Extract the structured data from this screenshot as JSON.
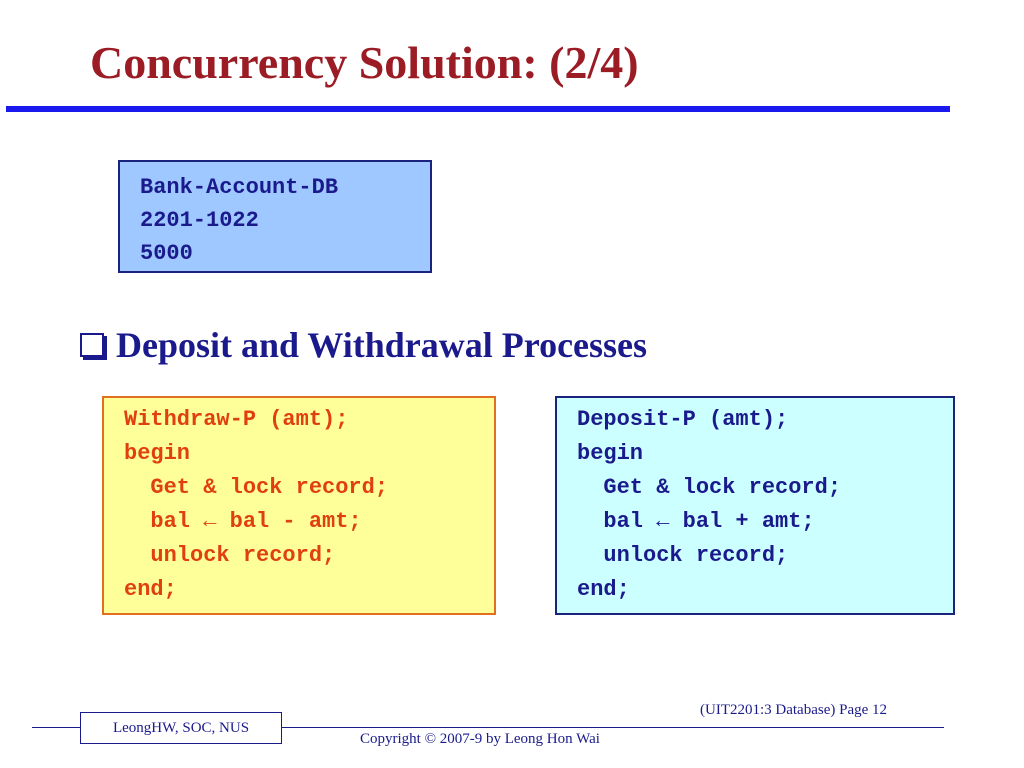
{
  "slide": {
    "title": "Concurrency Solution: (2/4)"
  },
  "db_box": {
    "lines": [
      "Bank-Account-DB",
      "2201-1022",
      "5000"
    ]
  },
  "bullet": {
    "icon": "checkbox-icon",
    "text": "Deposit and Withdrawal Processes"
  },
  "withdraw": {
    "lines": [
      "Withdraw-P (amt);",
      "begin",
      "  Get & lock record;",
      "  bal ← bal - amt;",
      "  unlock record;",
      "end;"
    ]
  },
  "deposit": {
    "lines": [
      "Deposit-P (amt);",
      "begin",
      "  Get & lock record;",
      "  bal ← bal + amt;",
      "  unlock record;",
      "end;"
    ]
  },
  "footer": {
    "page_label": "(UIT2201:3 Database) Page 12",
    "author_tab": "LeongHW, SOC, NUS",
    "copyright": "Copyright © 2007-9 by Leong Hon Wai"
  },
  "colors": {
    "title": "#9b1c24",
    "accent_rule": "#1a1aee",
    "navy": "#1a1a8c",
    "withdraw_bg": "#ffff99",
    "withdraw_text": "#e04010",
    "deposit_bg": "#ccffff",
    "db_bg": "#9ec8ff"
  }
}
